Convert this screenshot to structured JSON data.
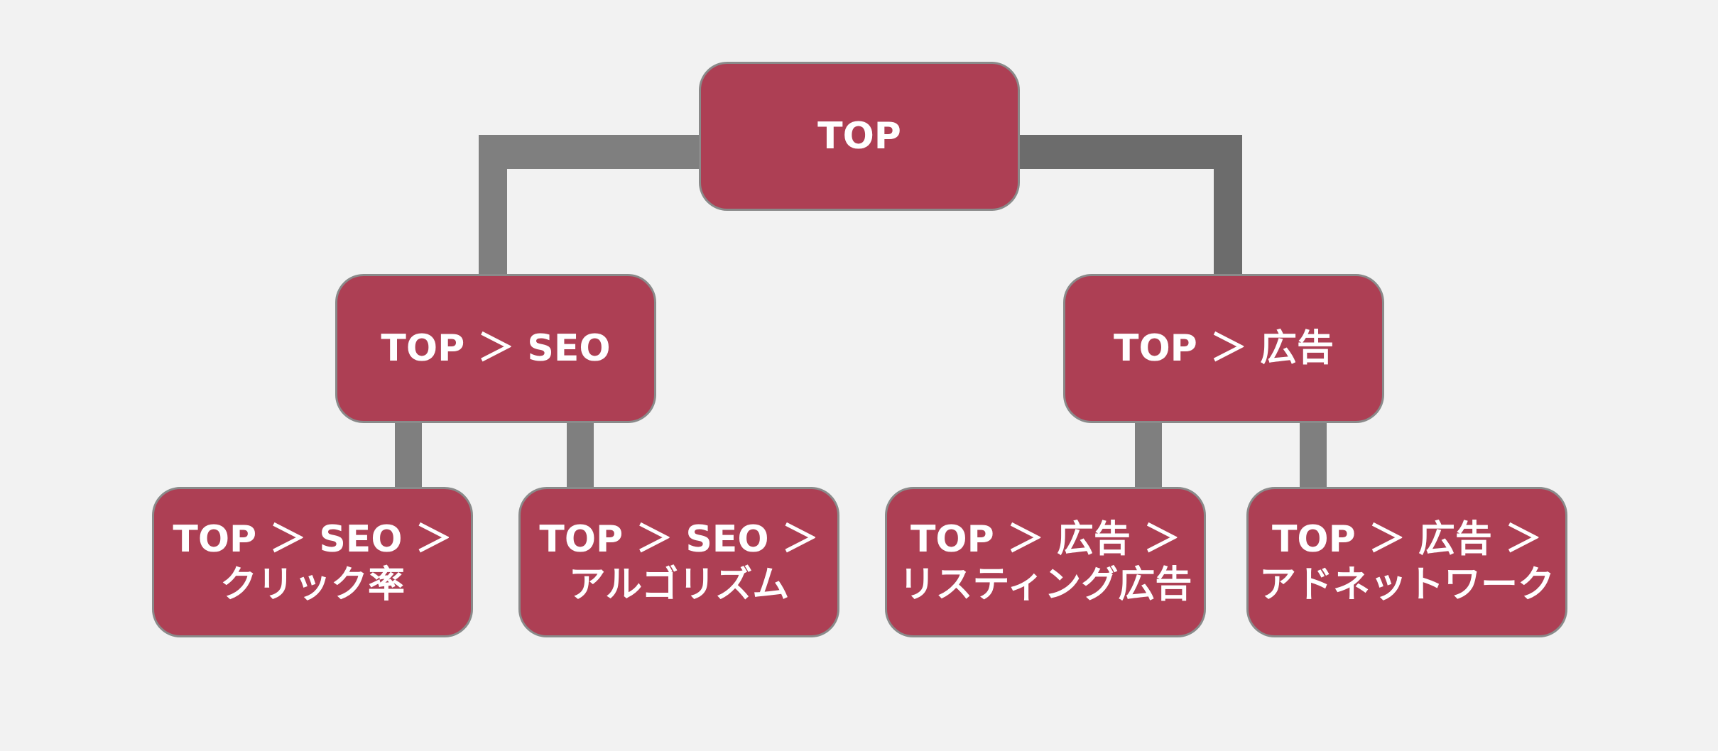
{
  "colors": {
    "background": "#f2f2f2",
    "node_fill": "#ad3f54",
    "node_border": "#8a8a8a",
    "connector": "#7f7f7f",
    "connector_dark": "#6c6c6c",
    "text": "#ffffff"
  },
  "tree": {
    "root": {
      "label": "TOP"
    },
    "seo": {
      "label": "TOP ＞ SEO",
      "children": [
        {
          "label": "TOP ＞ SEO ＞\nクリック率"
        },
        {
          "label": "TOP ＞ SEO ＞\nアルゴリズム"
        }
      ]
    },
    "ads": {
      "label": "TOP ＞ 広告",
      "children": [
        {
          "label": "TOP ＞ 広告 ＞\nリスティング広告"
        },
        {
          "label": "TOP ＞ 広告 ＞\nアドネットワーク"
        }
      ]
    }
  }
}
